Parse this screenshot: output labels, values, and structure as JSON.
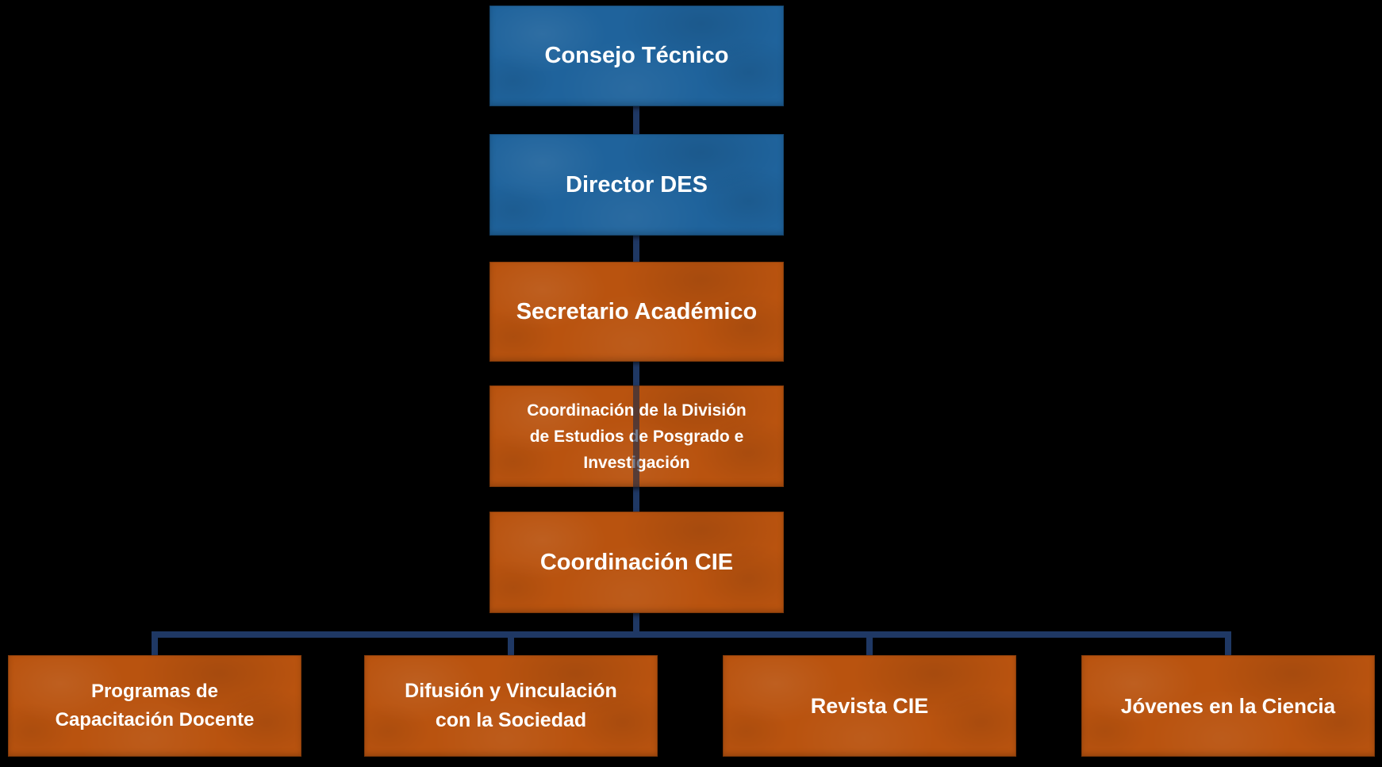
{
  "colors": {
    "background": "#000000",
    "blue_node": "#1f639c",
    "orange_node": "#b9530f",
    "connector": "#1f3864",
    "node_text": "#ffffff"
  },
  "org_chart": {
    "nodes": [
      {
        "id": "consejo-tecnico",
        "label": "Consejo Técnico",
        "level": 1,
        "color": "blue",
        "reports_to": null
      },
      {
        "id": "director-des",
        "label": "Director DES",
        "level": 2,
        "color": "blue",
        "reports_to": "consejo-tecnico"
      },
      {
        "id": "secretario-academico",
        "label": "Secretario Académico",
        "level": 3,
        "color": "orange",
        "reports_to": "director-des"
      },
      {
        "id": "coordinacion-division-posgrado",
        "label": "Coordinación de la División\nde Estudios de Posgrado e\nInvestigación",
        "level": 4,
        "color": "orange",
        "reports_to": "secretario-academico"
      },
      {
        "id": "coordinacion-cie",
        "label": "Coordinación CIE",
        "level": 5,
        "color": "orange",
        "reports_to": "coordinacion-division-posgrado"
      },
      {
        "id": "programas-capacitacion-docente",
        "label": "Programas de\nCapacitación Docente",
        "level": 6,
        "color": "orange",
        "reports_to": "coordinacion-cie"
      },
      {
        "id": "difusion-vinculacion-sociedad",
        "label": "Difusión y Vinculación\ncon la Sociedad",
        "level": 6,
        "color": "orange",
        "reports_to": "coordinacion-cie"
      },
      {
        "id": "revista-cie",
        "label": "Revista CIE",
        "level": 6,
        "color": "orange",
        "reports_to": "coordinacion-cie"
      },
      {
        "id": "jovenes-en-la-ciencia",
        "label": "Jóvenes en la Ciencia",
        "level": 6,
        "color": "orange",
        "reports_to": "coordinacion-cie"
      }
    ]
  }
}
